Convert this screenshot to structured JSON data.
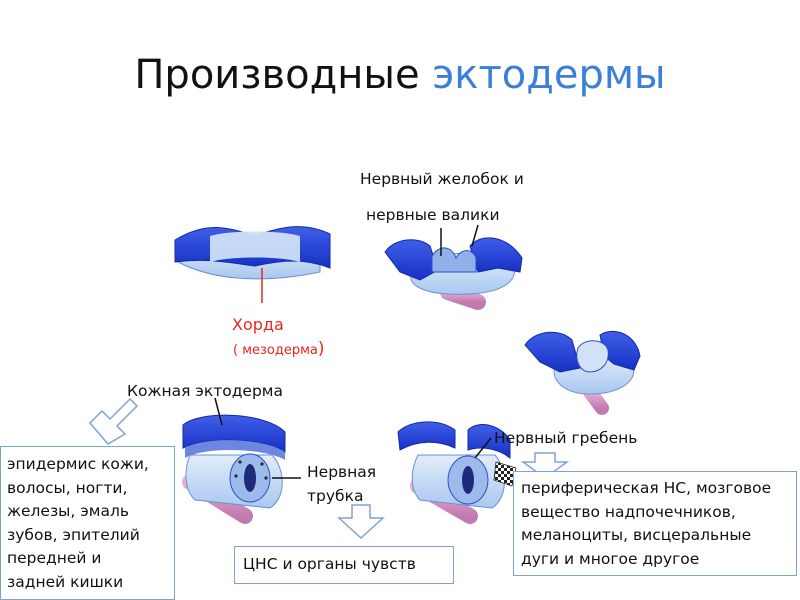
{
  "title": {
    "main": "Производные",
    "accent": "эктодермы"
  },
  "labels": {
    "groove_line1": "Нервный желобок и",
    "groove_line2": "нервные валики",
    "chorda": "Хорда",
    "chorda_note_open": "( мезодерма",
    "chorda_note_close": ")",
    "skin_ectoderm": "Кожная эктодерма",
    "neural_tube_line1": "Нервная",
    "neural_tube_line2": "трубка",
    "neural_crest": "Нервный гребень"
  },
  "boxes": {
    "skin_derivatives": [
      "эпидермис кожи,",
      "волосы, ногти,",
      "железы, эмаль",
      "зубов, эпителий",
      "передней и",
      "задней кишки"
    ],
    "cns": "ЦНС и органы чувств",
    "crest_derivatives": [
      "периферическая НС, мозговое",
      "вещество надпочечников,",
      "меланоциты, висцеральные",
      "дуги и многое другое"
    ]
  },
  "colors": {
    "accent": "#3b7fd9",
    "ectoderm_blue": "#1f3fd6",
    "mesoderm_light": "#c6dcf6",
    "notochord_pink": "#d58fbf",
    "label_red": "#e8261f",
    "box_border": "#7fa3d6"
  }
}
